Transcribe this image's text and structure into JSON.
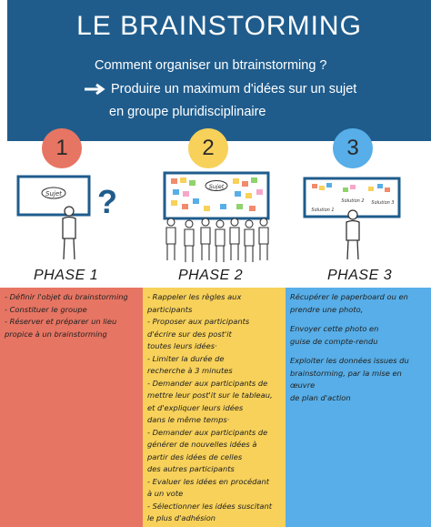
{
  "header": {
    "title": "LE BRAINSTORMING",
    "subtitle": "Comment organiser un btrainstorming  ?",
    "line2": "Produire un maximum d'idées sur un sujet",
    "line3": "en groupe pluridisciplinaire"
  },
  "colors": {
    "header_bg": "#1f5c8c",
    "phase1": "#e77563",
    "phase2": "#f7d15a",
    "phase3": "#57aee8"
  },
  "phases": [
    {
      "number": "1",
      "label": "PHASE 1",
      "board_text": "Sujet",
      "items": [
        "- Définir l'objet du brainstorming",
        "- Constituer le groupe",
        "- Réserver et préparer un lieu\npropice à un brainstorming"
      ]
    },
    {
      "number": "2",
      "label": "PHASE 2",
      "board_text": "Sujet",
      "items": [
        "- Rappeler les règles aux\nparticipants",
        "- Proposer aux participants\nd'écrire sur des post'it\ntoutes leurs idées·",
        "- Limiter la durée de\nrecherche à 3 minutes",
        "- Demander aux participants de\nmettre leur post'it sur le tableau,\net d'expliquer leurs idées\ndans le même temps·",
        "- Demander aux participants de\ngénérer de nouvelles idées à\npartir des idées de celles\ndes autres participants",
        "- Evaluer les idées en procédant\nà un vote",
        "- Sélectionner les idées suscitant\nle plus d'adhésion"
      ]
    },
    {
      "number": "3",
      "label": "PHASE 3",
      "board_labels": [
        "Solution 1",
        "Solution 2",
        "Solution 3"
      ],
      "items": [
        "Récupérer le paperboard ou en\nprendre une photo,",
        "Envoyer cette photo en\nguise de compte-rendu",
        "Exploiter les données issues du\nbrainstorming, par la mise en œuvre\nde plan d'action"
      ]
    }
  ]
}
